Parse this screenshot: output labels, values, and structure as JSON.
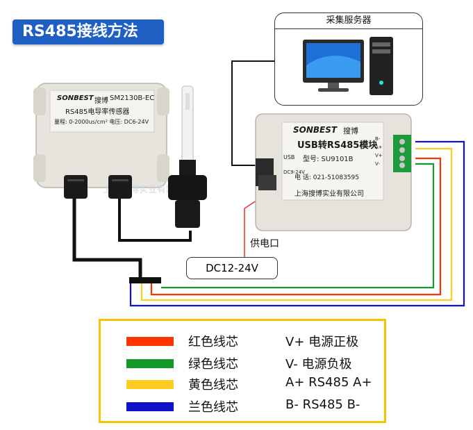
{
  "title": "RS485接线方法",
  "server": {
    "title": "采集服务器",
    "icon": "computer-icon"
  },
  "sensor": {
    "brand": "SONBEST",
    "brand_cn": "搜博",
    "model": "SM2130B-EC",
    "name": "RS485电导率传感器",
    "spec": "量程: 0-2000us/cm²  电压: DC6-24V",
    "watermark": "上海搜博实业有限公司"
  },
  "module": {
    "brand": "SONBEST",
    "brand_cn": "搜博",
    "name": "USB转RS485模块",
    "model": "型号: SU9101B",
    "phone": "电 话: 021-51083595",
    "company": "上海搜博实业有限公司",
    "usb_label": "USB",
    "power_label": "DC9-24V",
    "terminals": [
      "B-",
      "A+",
      "V+",
      "V-"
    ]
  },
  "power": {
    "label": "供电口",
    "voltage": "DC12-24V"
  },
  "colors": {
    "red": "#ff3300",
    "green": "#119a2b",
    "yellow": "#ffcc22",
    "blue": "#1111cc",
    "badge": "#1f5fc4",
    "legend_border": "#f5c400"
  },
  "legend": [
    {
      "color": "#ff3300",
      "name": "红色线芯",
      "desc": "V+ 电源正极"
    },
    {
      "color": "#119a2b",
      "name": "绿色线芯",
      "desc": "V- 电源负极"
    },
    {
      "color": "#ffcc22",
      "name": "黄色线芯",
      "desc": "A+ RS485 A+"
    },
    {
      "color": "#1111cc",
      "name": "兰色线芯",
      "desc": "B- RS485 B-"
    }
  ]
}
